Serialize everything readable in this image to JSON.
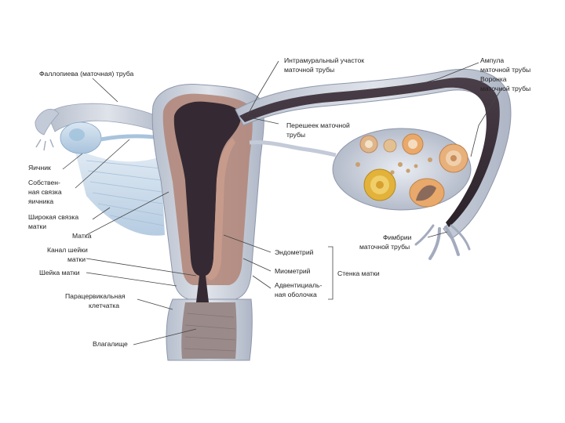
{
  "diagram": {
    "labels": {
      "fallopian_tube": "Фаллопиева (маточная) труба",
      "intramural_1": "Интрамуральный участок",
      "intramural_2": "маточной трубы",
      "ampulla_1": "Ампула",
      "ampulla_2": "маточной трубы",
      "infundibulum_1": "Воронка",
      "infundibulum_2": "маточной трубы",
      "isthmus_1": "Перешеек маточной",
      "isthmus_2": "трубы",
      "ovary": "Яичник",
      "ovarian_ligament_1": "Собствен-",
      "ovarian_ligament_2": "ная связка",
      "ovarian_ligament_3": "яичника",
      "broad_ligament_1": "Широкая связка",
      "broad_ligament_2": "матки",
      "uterus": "Матка",
      "cervical_canal_1": "Канал шейки",
      "cervical_canal_2": "матки",
      "cervix": "Шейка матки",
      "parametrium_1": "Парацервикальная",
      "parametrium_2": "клетчатка",
      "vagina": "Влагалище",
      "endometrium": "Эндометрий",
      "myometrium": "Миометрий",
      "adventitia_1": "Адвентициаль-",
      "adventitia_2": "ная оболочка",
      "uterine_wall": "Стенка матки",
      "fimbriae_1": "Фимбрии",
      "fimbriae_2": "маточной трубы"
    },
    "colors": {
      "tissue_outer": "#c9ced9",
      "tissue_mid": "#a9b0c0",
      "cavity": "#3a2f38",
      "endometrium": "#b98a7e",
      "ovary_yellow": "#e2b23a",
      "ovary_orange": "#e9a96a",
      "left_ovary_blue": "#8fb9d6",
      "ligament_blue": "#bfd3e6"
    }
  }
}
